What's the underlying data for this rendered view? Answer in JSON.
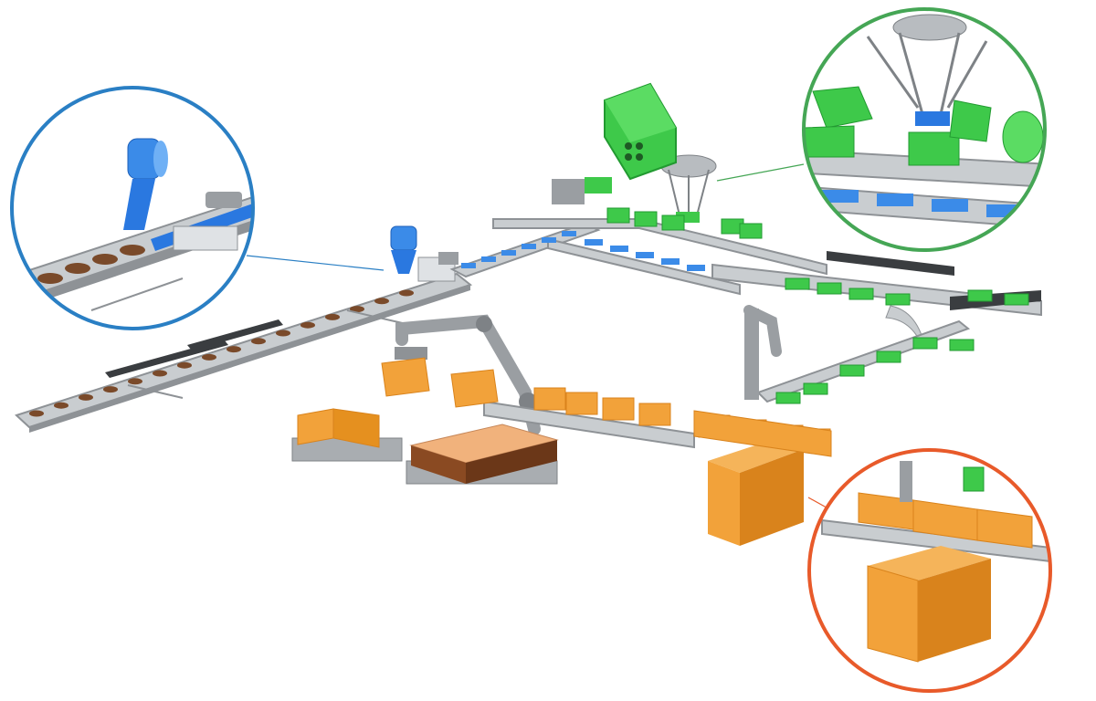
{
  "colors": {
    "background": "#ffffff",
    "conveyor_frame": "#8e9296",
    "conveyor_belt": "#c9cdd0",
    "conveyor_dark": "#3a3d40",
    "product_cookie": "#7a4a2a",
    "flow_wrap_film": "#2a78e0",
    "flow_pack": "#3b8be8",
    "case_green": "#3ec94a",
    "case_green_dark": "#229a31",
    "carton_orange": "#f2a23a",
    "carton_orange_dark": "#d9831c",
    "pallet": "#a9adb1",
    "stack_brown": "#8a4a22",
    "stack_top": "#f1b27c",
    "robot_arm": "#9a9ea2",
    "delta_robot": "#b8bcc0",
    "zoom_ring_blue": "#2a7fc4",
    "zoom_ring_green": "#45a655",
    "zoom_ring_orange": "#e85a2a"
  },
  "zoom_details": [
    {
      "stage": "flow-wrapping",
      "ring_color": "#2a7fc4",
      "icon": "film-roll-icon"
    },
    {
      "stage": "delta-robot-pick-and-place",
      "ring_color": "#45a655",
      "icon": "delta-robot-icon"
    },
    {
      "stage": "case-packing",
      "ring_color": "#e85a2a",
      "icon": "carton-magazine-icon"
    }
  ]
}
